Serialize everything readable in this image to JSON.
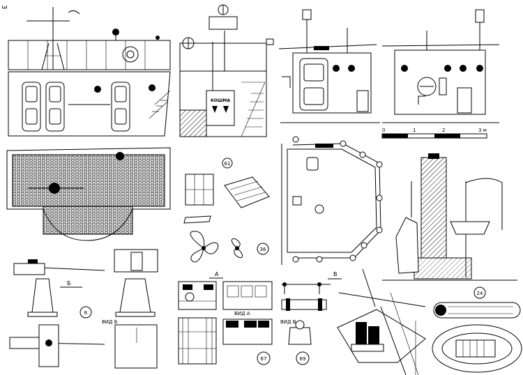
{
  "page_number": "3",
  "figure_labels": {
    "fig_61": "61",
    "fig_36": "36",
    "fig_6": "6",
    "fig_24": "24",
    "fig_67": "67",
    "fig_69": "69"
  },
  "view_labels": {
    "arrow_b": "Б",
    "arrow_a": "А",
    "arrow_v": "В",
    "vid_b": "ВИД Б",
    "vid_a": "ВИД А",
    "vid_v": "ВИД В"
  },
  "scale_bar": {
    "ticks": [
      "0",
      "1",
      "2",
      "3 м"
    ]
  },
  "hatch_sign": "КОШМА"
}
